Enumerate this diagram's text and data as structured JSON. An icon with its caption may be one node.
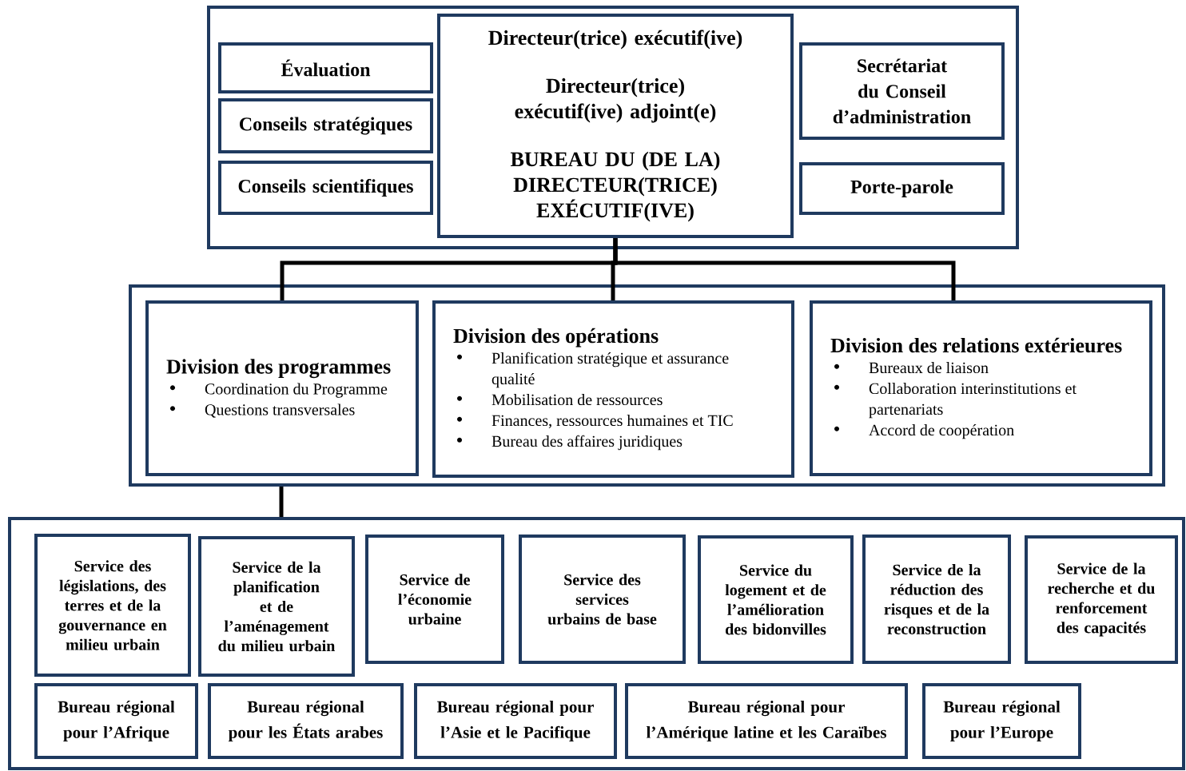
{
  "diagram": {
    "nodes": [
      {
        "text": [],
        "shape": "box"
      },
      {
        "text": [
          "Évaluation"
        ],
        "in": 0
      },
      {
        "text": [
          "Conseils stratégiques"
        ],
        "in": 0
      },
      {
        "text": [
          "Conseils scientifiques"
        ],
        "in": 0
      },
      {
        "text": [
          "Directeur(trice) exécutif(ive)",
          "Directeur(trice) exécutif(ive) adjoint(e)",
          "BUREAU DU (DE LA) DIRECTEUR(TRICE) EXÉCUTIF(IVE)"
        ],
        "in": 0
      },
      {
        "text": [
          "Secrétariat du Conseil d’administration"
        ],
        "in": 0
      },
      {
        "text": [
          "Porte-parole"
        ],
        "in": 0
      },
      {
        "text": [],
        "shape": "box"
      },
      {
        "text": [
          "Division des programmes",
          "Coordination du Programme",
          "Questions transversales"
        ],
        "in": 7
      },
      {
        "text": [
          "Division des opérations",
          "Planification stratégique et assurance qualité",
          "Mobilisation de ressources",
          "Finances, ressources humaines et TIC",
          "Bureau des affaires juridiques"
        ],
        "in": 7
      },
      {
        "text": [
          "Division des relations extérieures",
          "Bureaux de liaison",
          "Collaboration interinstitutions et partenariats",
          "Accord de coopération"
        ],
        "in": 7
      },
      {
        "text": [],
        "shape": "box"
      },
      {
        "text": [
          "Service des législations, des terres et de la gouvernance en milieu urbain"
        ],
        "in": 11
      },
      {
        "text": [
          "Service de la planification et de l’aménagement du milieu urbain"
        ],
        "in": 11
      },
      {
        "text": [
          "Service de l’économie urbaine"
        ],
        "in": 11
      },
      {
        "text": [
          "Service des services urbains de base"
        ],
        "in": 11
      },
      {
        "text": [
          "Service du logement et de l’amélioration des bidonvilles"
        ],
        "in": 11
      },
      {
        "text": [
          "Service de la réduction des risques et de la reconstruction"
        ],
        "in": 11
      },
      {
        "text": [
          "Service de la recherche et du renforcement des capacités"
        ],
        "in": 11
      },
      {
        "text": [
          "Bureau régional pour l’Afrique"
        ],
        "in": 11
      },
      {
        "text": [
          "Bureau régional pour les États arabes"
        ],
        "in": 11
      },
      {
        "text": [
          "Bureau régional pour l’Asie et le Pacifique"
        ],
        "in": 11
      },
      {
        "text": [
          "Bureau régional pour l’Amérique latine et les Caraïbes"
        ],
        "in": 11
      },
      {
        "text": [
          "Bureau régional pour l’Europe"
        ],
        "in": 11
      }
    ],
    "edges": [
      {
        "from": 4,
        "to": 8,
        "arrow": "none"
      },
      {
        "from": 4,
        "to": 9,
        "arrow": "none"
      },
      {
        "from": 4,
        "to": 10,
        "arrow": "none"
      },
      {
        "from": 7,
        "to": 11,
        "arrow": "none"
      }
    ]
  }
}
